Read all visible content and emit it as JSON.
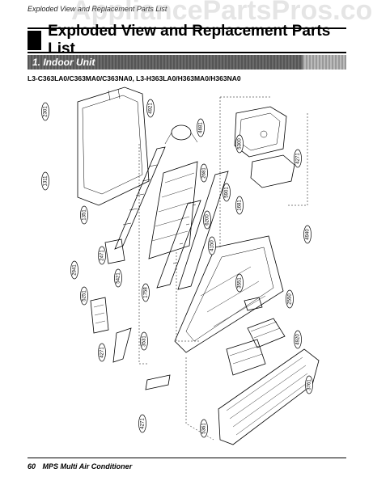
{
  "header": {
    "running_head": "Exploded View and Replacement Parts List",
    "watermark": "AppliancePartsPros.com",
    "title": "Exploded View and Replacement Parts List",
    "section": "1. Indoor Unit",
    "models": "L3-C363LA0/C363MA0/C363NA0, L3-H363LA0/H363MA0/H363NA0"
  },
  "parts": [
    {
      "id": "p2301",
      "label": "2301"
    },
    {
      "id": "p1311",
      "label": "1311"
    },
    {
      "id": "p4681",
      "label": "4681"
    },
    {
      "id": "p2681",
      "label": "2681"
    },
    {
      "id": "p4921",
      "label": "4921"
    },
    {
      "id": "p5300",
      "label": "5300"
    },
    {
      "id": "p4271",
      "label": "4271"
    },
    {
      "id": "p5901",
      "label": "5901"
    },
    {
      "id": "p6200",
      "label": "6200"
    },
    {
      "id": "p4940",
      "label": "4940"
    },
    {
      "id": "p2941",
      "label": "2941"
    },
    {
      "id": "p1351",
      "label": "1351"
    },
    {
      "id": "p2471",
      "label": "2471"
    },
    {
      "id": "p1681",
      "label": "1681"
    },
    {
      "id": "p4150",
      "label": "4150"
    },
    {
      "id": "p5251",
      "label": "5251"
    },
    {
      "id": "p3551",
      "label": "3551"
    },
    {
      "id": "p5421",
      "label": "5421"
    },
    {
      "id": "p1758",
      "label": "1758"
    },
    {
      "id": "p3531",
      "label": "3531"
    },
    {
      "id": "p2550",
      "label": "2550"
    },
    {
      "id": "p4271b",
      "label": "4271"
    },
    {
      "id": "p4920",
      "label": "4920"
    },
    {
      "id": "p3761",
      "label": "3761"
    },
    {
      "id": "p4271c",
      "label": "4271"
    },
    {
      "id": "p5361",
      "label": "5361"
    }
  ],
  "footer": {
    "page": "60",
    "text": "MPS Multi Air Conditioner"
  }
}
